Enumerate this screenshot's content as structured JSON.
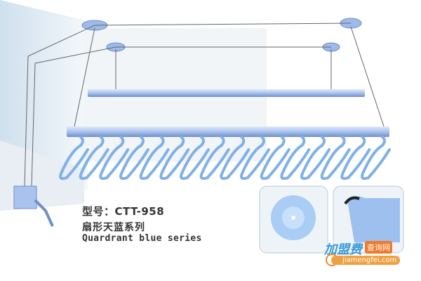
{
  "product": {
    "model": "型号：CTT-958",
    "series_cn": "扇形天蓝系列",
    "series_en": "Quardrant blue series"
  },
  "watermark": {
    "brand": "加盟费",
    "tag": "查询网",
    "url": "jiamengfei.com"
  },
  "colors": {
    "rail": "#a9c3ee",
    "hanger": "#7fb0e8",
    "window": "#dde9f3",
    "watermark_blue": "#3a9ad9",
    "watermark_orange": "#ee7a2e"
  },
  "hanger_count": 16
}
